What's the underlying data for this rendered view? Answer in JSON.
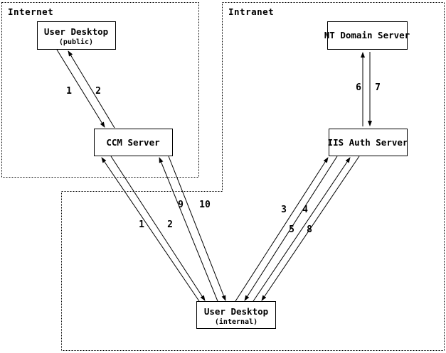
{
  "diagram": {
    "zones": [
      {
        "id": "internet",
        "label": "Internet"
      },
      {
        "id": "intranet",
        "label": "Intranet"
      }
    ],
    "nodes": [
      {
        "id": "user-desktop-public",
        "title": "User Desktop",
        "subtitle": "(public)"
      },
      {
        "id": "ccm-server",
        "title": "CCM Server"
      },
      {
        "id": "nt-domain-server",
        "title": "NT Domain Server"
      },
      {
        "id": "iis-auth-server",
        "title": "IIS Auth Server"
      },
      {
        "id": "user-desktop-internal",
        "title": "User Desktop",
        "subtitle": "(internal)"
      }
    ],
    "edges": [
      {
        "from": "user-desktop-public",
        "to": "ccm-server",
        "label": "1"
      },
      {
        "from": "ccm-server",
        "to": "user-desktop-public",
        "label": "2"
      },
      {
        "from": "user-desktop-internal",
        "to": "ccm-server",
        "label": "1"
      },
      {
        "from": "ccm-server",
        "to": "user-desktop-internal",
        "label": "2"
      },
      {
        "from": "user-desktop-internal",
        "to": "ccm-server",
        "label": "9"
      },
      {
        "from": "ccm-server",
        "to": "user-desktop-internal",
        "label": "10"
      },
      {
        "from": "user-desktop-internal",
        "to": "iis-auth-server",
        "label": "3"
      },
      {
        "from": "iis-auth-server",
        "to": "user-desktop-internal",
        "label": "4"
      },
      {
        "from": "user-desktop-internal",
        "to": "iis-auth-server",
        "label": "5"
      },
      {
        "from": "iis-auth-server",
        "to": "user-desktop-internal",
        "label": "8"
      },
      {
        "from": "iis-auth-server",
        "to": "nt-domain-server",
        "label": "6"
      },
      {
        "from": "nt-domain-server",
        "to": "iis-auth-server",
        "label": "7"
      }
    ],
    "colors": {
      "line": "#000000",
      "background": "#ffffff"
    }
  }
}
